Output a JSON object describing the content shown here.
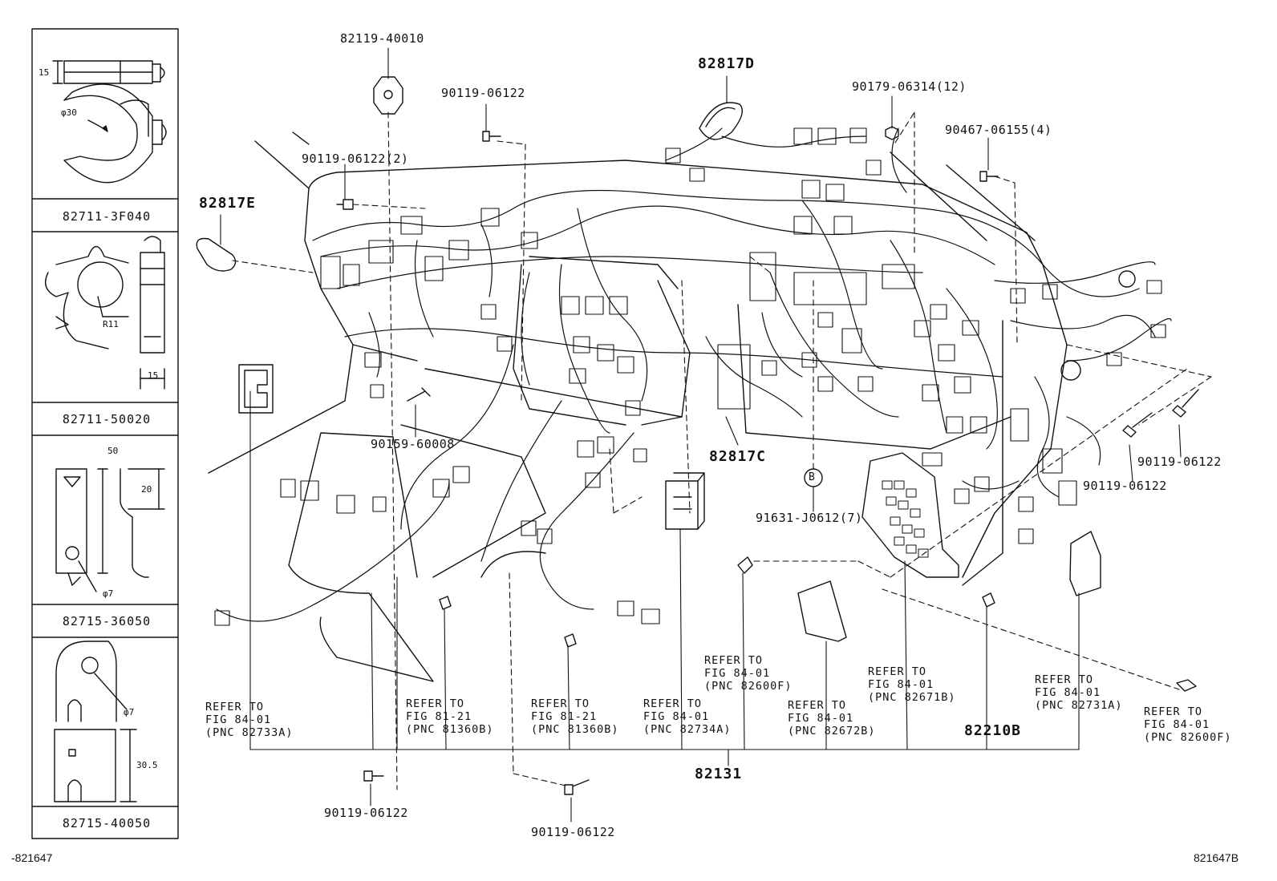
{
  "side_panels": [
    {
      "part_no": "82711-3F040",
      "dims": [
        "15",
        "φ30"
      ]
    },
    {
      "part_no": "82711-50020",
      "dims": [
        "R11",
        "15"
      ]
    },
    {
      "part_no": "82715-36050",
      "dims": [
        "50",
        "20",
        "φ7"
      ]
    },
    {
      "part_no": "82715-40050",
      "dims": [
        "φ7",
        "30.5"
      ]
    }
  ],
  "part_labels": {
    "p82119": "82119-40010",
    "p90119_top": "90119-06122",
    "p90119_2": "90119-06122(2)",
    "p82817D": "82817D",
    "p90179": "90179-06314(12)",
    "p90467": "90467-06155(4)",
    "p82817E": "82817E",
    "p90159": "90159-60008",
    "p82817C": "82817C",
    "pB": "B",
    "p91631": "91631-J0612(7)",
    "p90119_r1": "90119-06122",
    "p90119_r2": "90119-06122",
    "p82210B": "82210B",
    "p82131": "82131",
    "p90119_b1": "90119-06122",
    "p90119_b2": "90119-06122"
  },
  "refer_notes": [
    {
      "refer": "REFER TO",
      "fig": "FIG 84-01",
      "pnc": "(PNC 82733A)"
    },
    {
      "refer": "REFER TO",
      "fig": "FIG 81-21",
      "pnc": "(PNC 81360B)"
    },
    {
      "refer": "REFER TO",
      "fig": "FIG 81-21",
      "pnc": "(PNC 81360B)"
    },
    {
      "refer": "REFER TO",
      "fig": "FIG 84-01",
      "pnc": "(PNC 82734A)"
    },
    {
      "refer": "REFER TO",
      "fig": "FIG 84-01",
      "pnc": "(PNC 82600F)"
    },
    {
      "refer": "REFER TO",
      "fig": "FIG 84-01",
      "pnc": "(PNC 82672B)"
    },
    {
      "refer": "REFER TO",
      "fig": "FIG 84-01",
      "pnc": "(PNC 82671B)"
    },
    {
      "refer": "REFER TO",
      "fig": "FIG 84-01",
      "pnc": "(PNC 82731A)"
    },
    {
      "refer": "REFER TO",
      "fig": "FIG 84-01",
      "pnc": "(PNC 82600F)"
    }
  ],
  "corner_left": "-821647",
  "corner_right": "821647B"
}
